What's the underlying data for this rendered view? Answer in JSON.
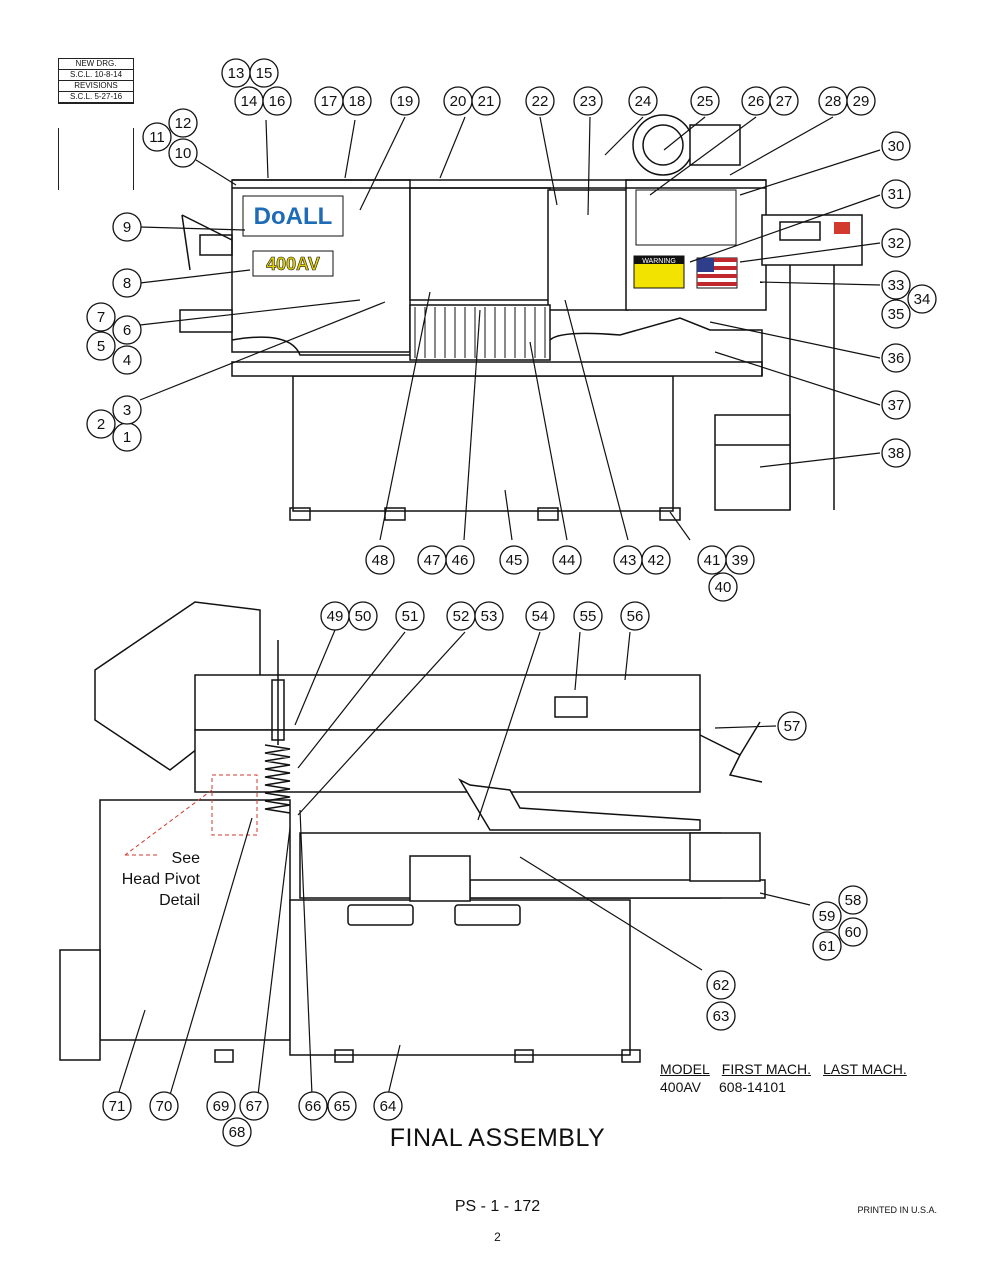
{
  "revision_block": {
    "new_drg_label": "NEW DRG.",
    "new_drg_date": "S.C.L. 10-8-14",
    "revisions_label": "REVISIONS",
    "revisions_date": "S.C.L. 5-27-16"
  },
  "brand": {
    "logo": "DoALL",
    "model_badge": "400AV",
    "warning": "WARNING"
  },
  "callouts_top": [
    "1",
    "2",
    "3",
    "4",
    "5",
    "6",
    "7",
    "8",
    "9",
    "10",
    "11",
    "12",
    "13",
    "14",
    "15",
    "16",
    "17",
    "18",
    "19",
    "20",
    "21",
    "22",
    "23",
    "24",
    "25",
    "26",
    "27",
    "28",
    "29",
    "30",
    "31",
    "32",
    "33",
    "34",
    "35",
    "36",
    "37",
    "38",
    "39",
    "40",
    "41",
    "42",
    "43",
    "44",
    "45",
    "46",
    "47",
    "48"
  ],
  "callouts_bottom": [
    "49",
    "50",
    "51",
    "52",
    "53",
    "54",
    "55",
    "56",
    "57",
    "58",
    "59",
    "60",
    "61",
    "62",
    "63",
    "64",
    "65",
    "66",
    "67",
    "68",
    "69",
    "70",
    "71"
  ],
  "note": {
    "line1": "See",
    "line2": "Head Pivot",
    "line3": "Detail"
  },
  "model_table": {
    "headers": [
      "MODEL",
      "FIRST MACH.",
      "LAST MACH."
    ],
    "row": [
      "400AV",
      "608-14101",
      ""
    ]
  },
  "title": "FINAL ASSEMBLY",
  "page_code": "PS - 1 - 172",
  "page_number": "2",
  "printed": "PRINTED IN U.S.A."
}
